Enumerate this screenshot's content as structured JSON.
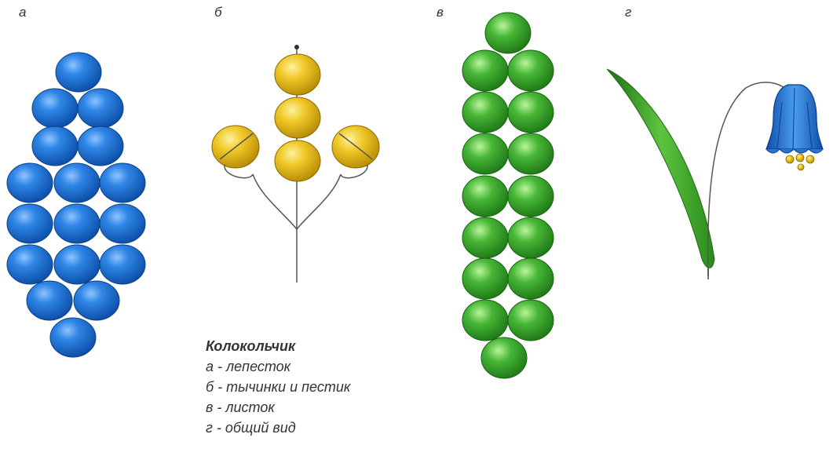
{
  "panels": {
    "a": {
      "letter": "а"
    },
    "b": {
      "letter": "б"
    },
    "v": {
      "letter": "в"
    },
    "g": {
      "letter": "г"
    }
  },
  "legend": {
    "title": "Колокольчик",
    "items": [
      "а - лепесток",
      "б - тычинки и пестик",
      "в - листок",
      "г - общий вид"
    ]
  },
  "colors": {
    "blue_bead": "#1f6fd0",
    "yellow_bead": "#e8c21a",
    "green_bead": "#3aa62a",
    "wire": "#555555",
    "leaf": "#3a9a2a",
    "flower": "#2a72d2"
  }
}
